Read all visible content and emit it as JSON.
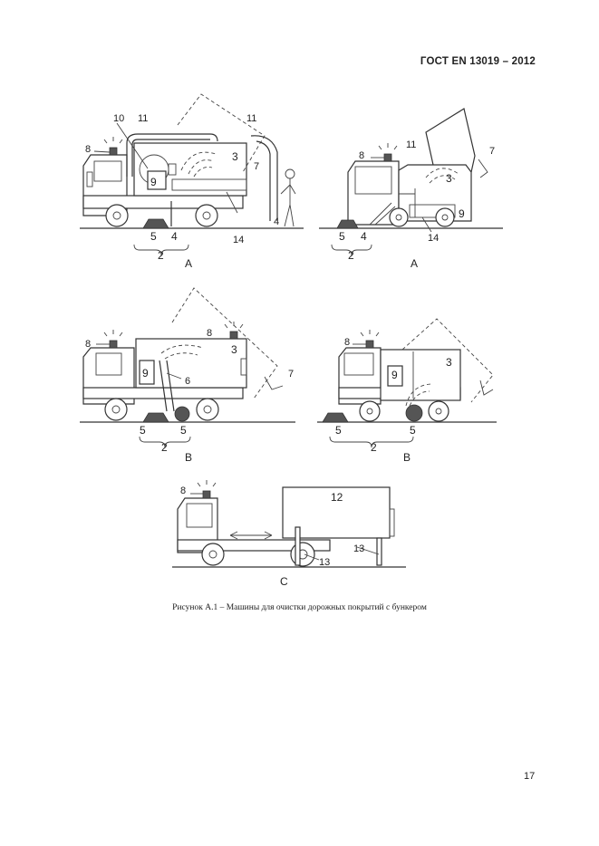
{
  "header": {
    "standard": "ГОСТ EN 13019 – 2012"
  },
  "figure": {
    "panels": [
      {
        "id": "A1",
        "letter": "A",
        "labels": [
          "10",
          "11",
          "11",
          "8",
          "9",
          "3",
          "7",
          "14",
          "4",
          "5",
          "4",
          "2"
        ]
      },
      {
        "id": "A2",
        "letter": "A",
        "labels": [
          "8",
          "11",
          "7",
          "3",
          "9",
          "14",
          "5",
          "4",
          "2"
        ]
      },
      {
        "id": "B1",
        "letter": "B",
        "labels": [
          "8",
          "8",
          "3",
          "9",
          "6",
          "7",
          "5",
          "5",
          "2"
        ]
      },
      {
        "id": "B2",
        "letter": "B",
        "labels": [
          "8",
          "9",
          "3",
          "5",
          "5",
          "2"
        ]
      },
      {
        "id": "C",
        "letter": "C",
        "labels": [
          "8",
          "12",
          "13",
          "13"
        ]
      }
    ],
    "caption": "Рисунок А.1 – Машины для очистки дорожных покрытий с бункером"
  },
  "page_number": "17"
}
